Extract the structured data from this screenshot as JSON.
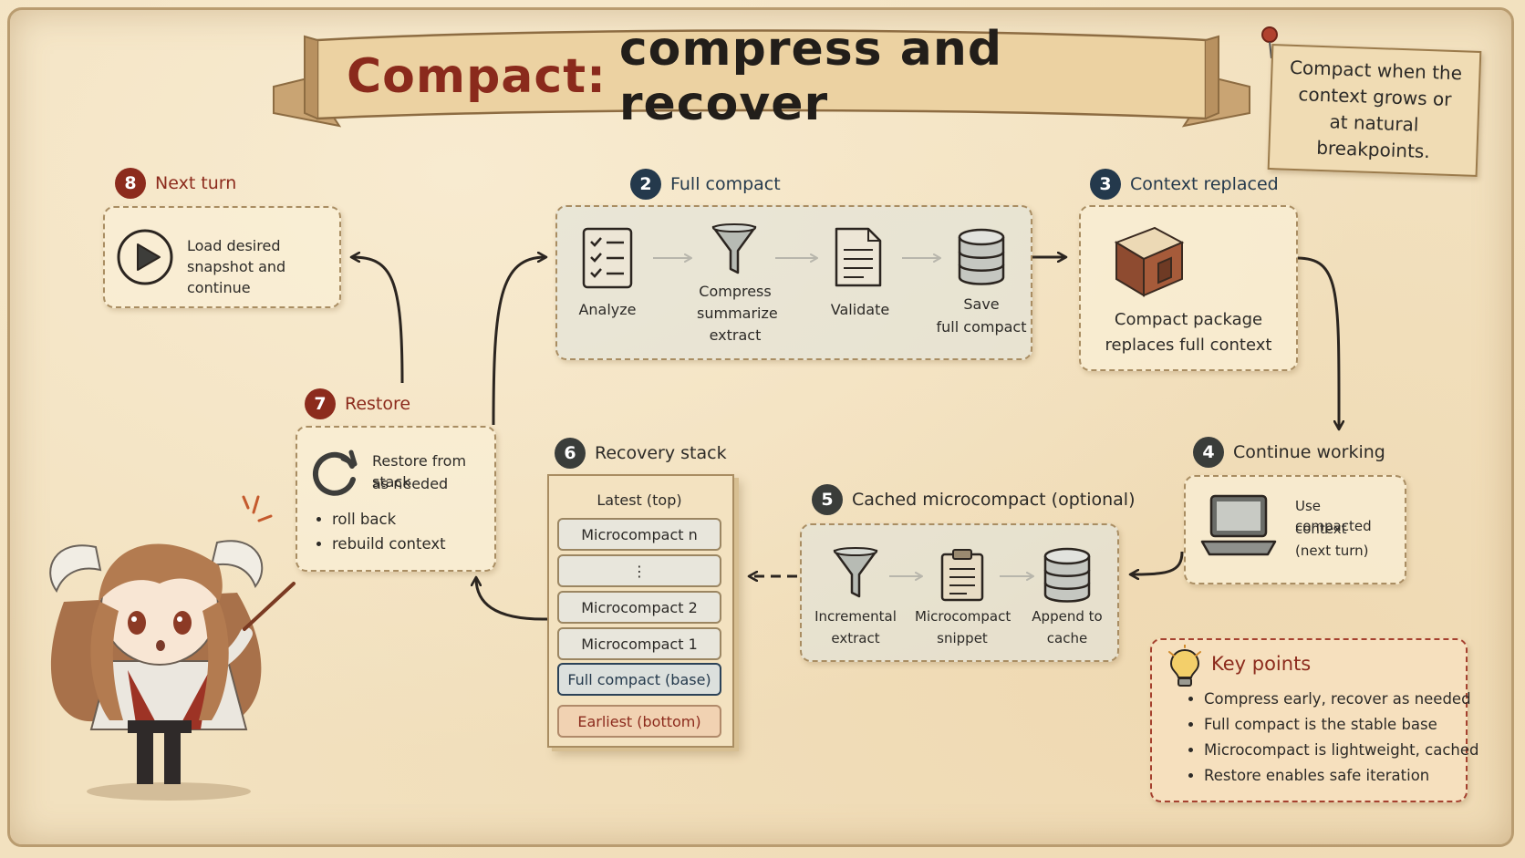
{
  "title": {
    "accent": "Compact:",
    "rest": "compress and recover"
  },
  "note": "Compact when the context grows or at natural breakpoints.",
  "steps": {
    "next_turn": {
      "num": "8",
      "label": "Next turn",
      "text": "Load desired snapshot and continue"
    },
    "full_compact": {
      "num": "2",
      "label": "Full compact",
      "analyze": "Analyze",
      "compress": "Compress",
      "summarize": "summarize",
      "extract": "extract",
      "validate": "Validate",
      "save": "Save",
      "save_sub": "full compact"
    },
    "context_replaced": {
      "num": "3",
      "label": "Context replaced",
      "line1": "Compact package",
      "line2": "replaces full context"
    },
    "continue_working": {
      "num": "4",
      "label": "Continue working",
      "line1": "Use compacted",
      "line2": "context",
      "line3": "(next turn)"
    },
    "cached": {
      "num": "5",
      "label": "Cached microcompact (optional)",
      "incremental": "Incremental",
      "incremental_sub": "extract",
      "snippet": "Microcompact",
      "snippet_sub": "snippet",
      "append": "Append to",
      "append_sub": "cache"
    },
    "recovery_stack": {
      "num": "6",
      "label": "Recovery stack",
      "rows": [
        "Latest (top)",
        "Microcompact n",
        "⋮",
        "Microcompact 2",
        "Microcompact 1",
        "Full compact (base)",
        "Earliest (bottom)"
      ]
    },
    "restore": {
      "num": "7",
      "label": "Restore",
      "line1": "Restore from stack",
      "line2": "as needed",
      "bullets": [
        "roll back",
        "rebuild context"
      ]
    }
  },
  "key_points": {
    "title": "Key points",
    "items": [
      "Compress early, recover as needed",
      "Full compact is the stable base",
      "Microcompact is lightweight, cached",
      "Restore enables safe iteration"
    ]
  },
  "colors": {
    "red": "#8c2b1d",
    "navy": "#24394c",
    "parchment": "#f2e1bf"
  }
}
